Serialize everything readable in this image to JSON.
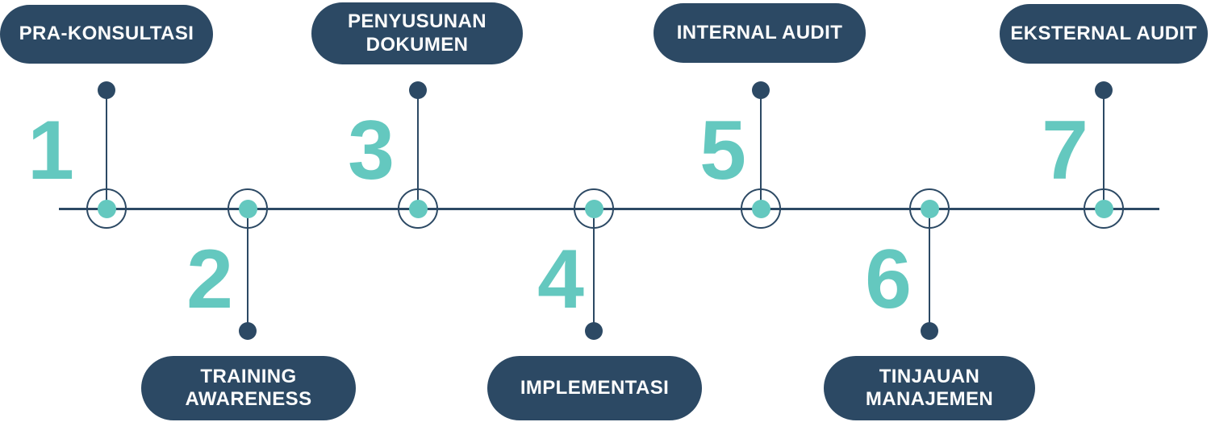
{
  "title": "ISO certification process timeline",
  "colors": {
    "navy": "#2C4964",
    "teal": "#64C8BF",
    "label_text": "#FDFDFD"
  },
  "steps": [
    {
      "number": "1",
      "label": "PRA-KONSULTASI",
      "side": "top"
    },
    {
      "number": "2",
      "label": "TRAINING AWARENESS",
      "side": "bottom"
    },
    {
      "number": "3",
      "label": "PENYUSUNAN DOKUMEN",
      "side": "top"
    },
    {
      "number": "4",
      "label": "IMPLEMENTASI",
      "side": "bottom"
    },
    {
      "number": "5",
      "label": "INTERNAL AUDIT",
      "side": "top"
    },
    {
      "number": "6",
      "label": "TINJAUAN MANAJEMEN",
      "side": "bottom"
    },
    {
      "number": "7",
      "label": "EKSTERNAL AUDIT",
      "side": "top"
    }
  ]
}
